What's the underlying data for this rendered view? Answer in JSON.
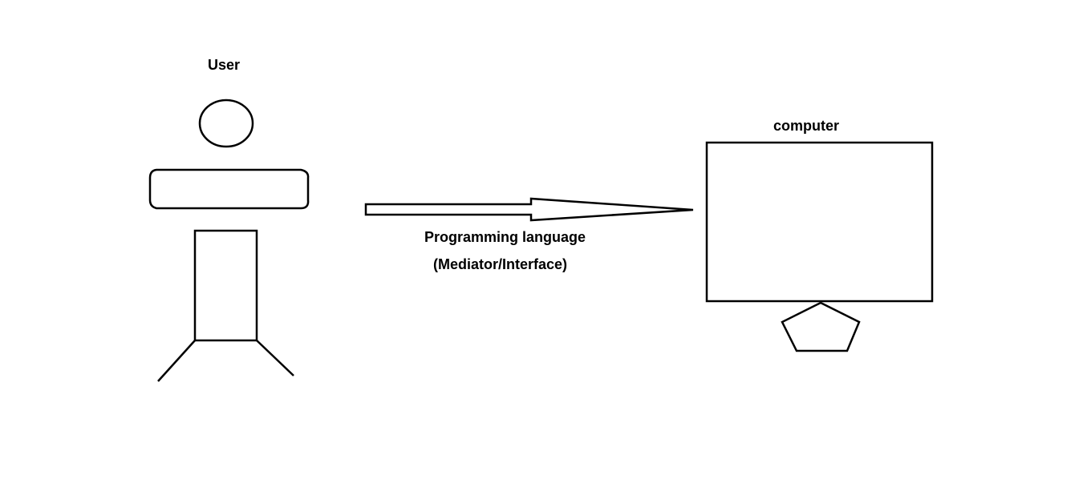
{
  "diagram": {
    "user_label": "User",
    "computer_label": "computer",
    "arrow_label_line1": "Programming language",
    "arrow_label_line2": "(Mediator/Interface)"
  },
  "colors": {
    "background": "#ffffff",
    "stroke": "#000000"
  }
}
